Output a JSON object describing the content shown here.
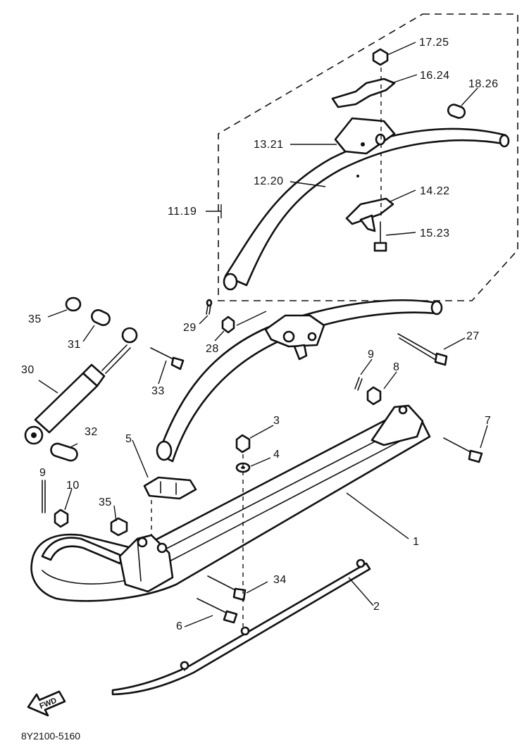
{
  "callouts": {
    "c1": "1",
    "c2": "2",
    "c3": "3",
    "c4": "4",
    "c5": "5",
    "c6": "6",
    "c7": "7",
    "c8": "8",
    "c9a": "9",
    "c9b": "9",
    "c10": "10",
    "c11_19": "11.19",
    "c12_20": "12.20",
    "c13_21": "13.21",
    "c14_22": "14.22",
    "c15_23": "15.23",
    "c16_24": "16.24",
    "c17_25": "17.25",
    "c18_26": "18.26",
    "c27": "27",
    "c28": "28",
    "c29": "29",
    "c30": "30",
    "c31": "31",
    "c32": "32",
    "c33": "33",
    "c34": "34",
    "c35a": "35",
    "c35b": "35"
  },
  "fwd_label": "FWD",
  "drawing_code": "8Y2100-5160"
}
